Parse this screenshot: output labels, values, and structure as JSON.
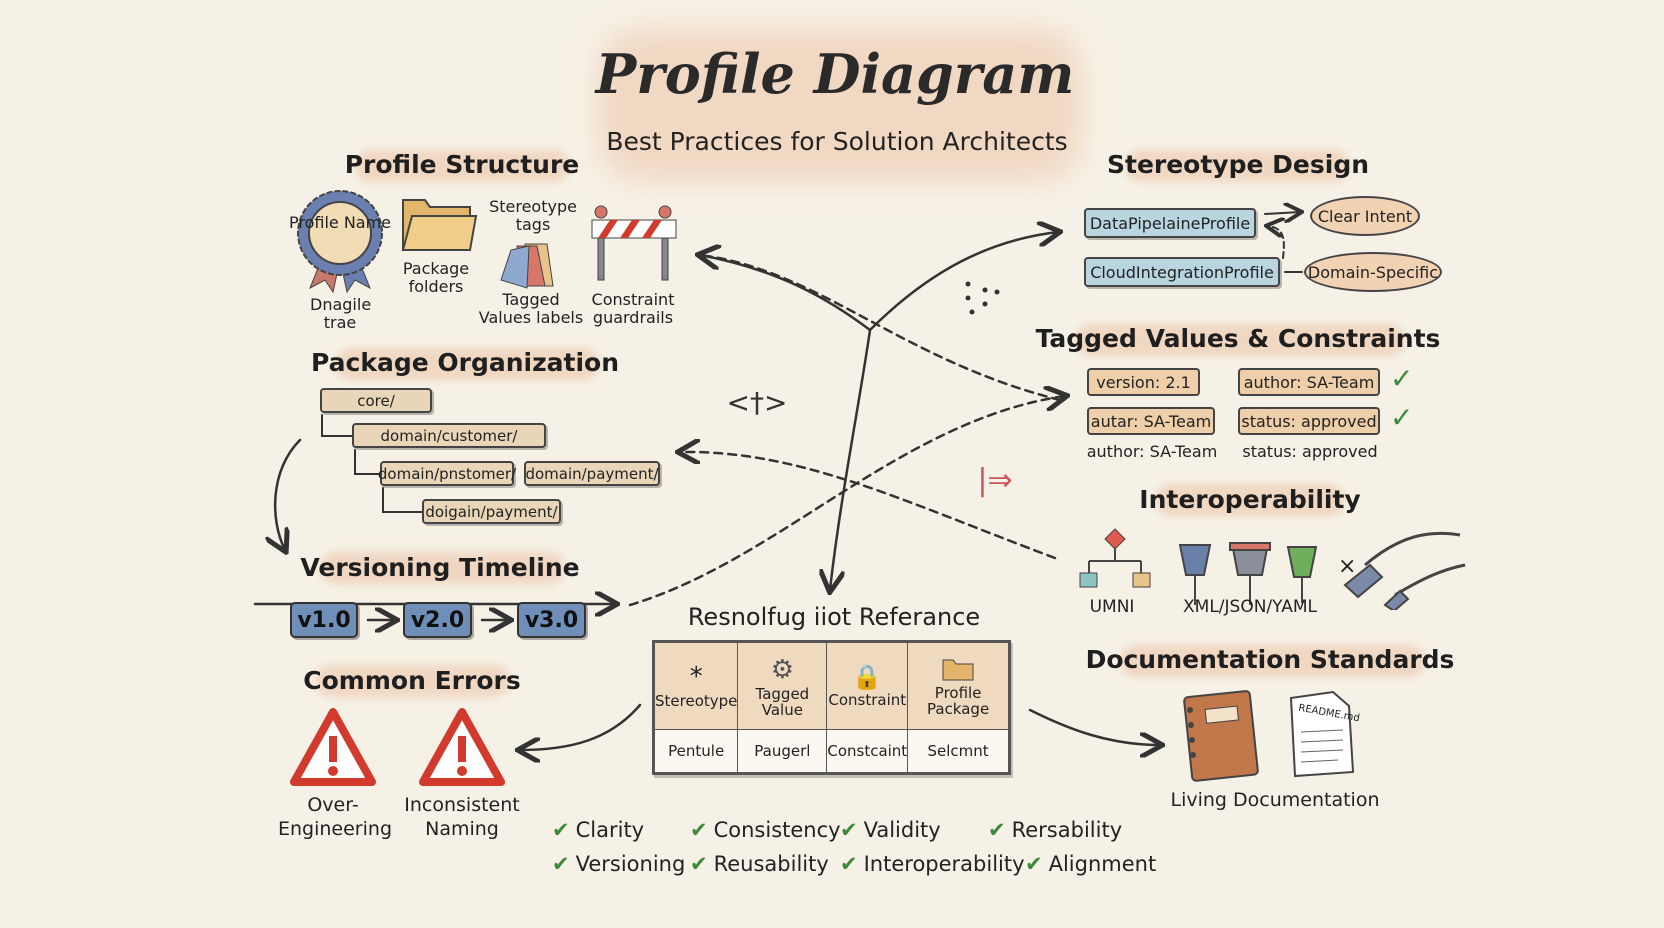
{
  "title": "Profile Diagram",
  "subtitle": "Best Practices for Solution Architects",
  "profile_structure": {
    "heading": "Profile Structure",
    "badge_text": "Profile Name",
    "badge_caption": "Dnagile trae",
    "folder_caption": "Package folders",
    "stereotype_caption": "Stereotype tags",
    "tags_caption": "Tagged Values labels",
    "barrier_caption": "Constraint guardrails"
  },
  "package_organization": {
    "heading": "Package Organization",
    "items": [
      "core/",
      "domain/customer/",
      "domain/pnstomer/",
      "domain/payment/",
      "doigain/payment/"
    ]
  },
  "versioning": {
    "heading": "Versioning Timeline",
    "versions": [
      "v1.0",
      "v2.0",
      "v3.0"
    ]
  },
  "common_errors": {
    "heading": "Common Errors",
    "items": [
      "Over-Engineering",
      "Inconsistent Naming"
    ]
  },
  "reference": {
    "title": "Resnolfug iiot Referance",
    "headers": [
      "Stereotype",
      "Tagged Value",
      "Constraint",
      "Profile Package"
    ],
    "icons": [
      "asterisk-icon",
      "gear-icon",
      "lock-icon",
      "folder-icon"
    ],
    "row": [
      "Pentule",
      "Paugerl",
      "Constcaint",
      "Selcmnt"
    ]
  },
  "checklist": {
    "row1": [
      "Clarity",
      "Consistency",
      "Validity",
      "Rersability"
    ],
    "row2": [
      "Versioning",
      "Reusability",
      "Interoperability",
      "Alignment"
    ]
  },
  "stereotype_design": {
    "heading": "Stereotype Design",
    "profiles": [
      "DataPipelaineProfile",
      "CloudIntegrationProfile"
    ],
    "bubbles": [
      "Clear Intent",
      "Domain-Specific"
    ]
  },
  "tagged_values": {
    "heading": "Tagged Values & Constraints",
    "chips": [
      "version: 2.1",
      "author: SA-Team",
      "autar: SA-Team",
      "status: approved"
    ],
    "captions": [
      "author: SA-Team",
      "status: approved"
    ]
  },
  "interoperability": {
    "heading": "Interoperability",
    "labels": [
      "UMNI",
      "XML/JSON/YAML"
    ]
  },
  "documentation": {
    "heading": "Documentation Standards",
    "readme": "README.md",
    "caption": "Living Documentation"
  },
  "colors": {
    "background": "#f6f1e6",
    "highlight": "#e8b996",
    "version_blue": "#6f8fb8",
    "check_green": "#3f8a3a",
    "warning_red": "#d23a2e"
  }
}
